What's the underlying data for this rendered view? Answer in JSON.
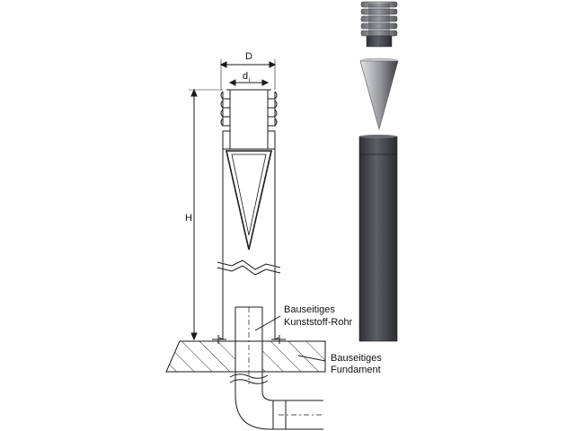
{
  "dimensions": {
    "outer_diameter": "D",
    "inner_diameter": "d",
    "inner_diameter_sub": "i",
    "height": "H"
  },
  "annotations": {
    "pipe_line1": "Bauseitiges",
    "pipe_line2": "Kunststoff-Rohr",
    "foundation_line1": "Bauseitiges",
    "foundation_line2": "Fundament"
  },
  "colors": {
    "line": "#1a1a1a",
    "post_dark": "#3c3e44",
    "post_mid": "#5a5d65",
    "cone_light": "#d6d6d6",
    "cone_dark": "#4a4c52"
  }
}
